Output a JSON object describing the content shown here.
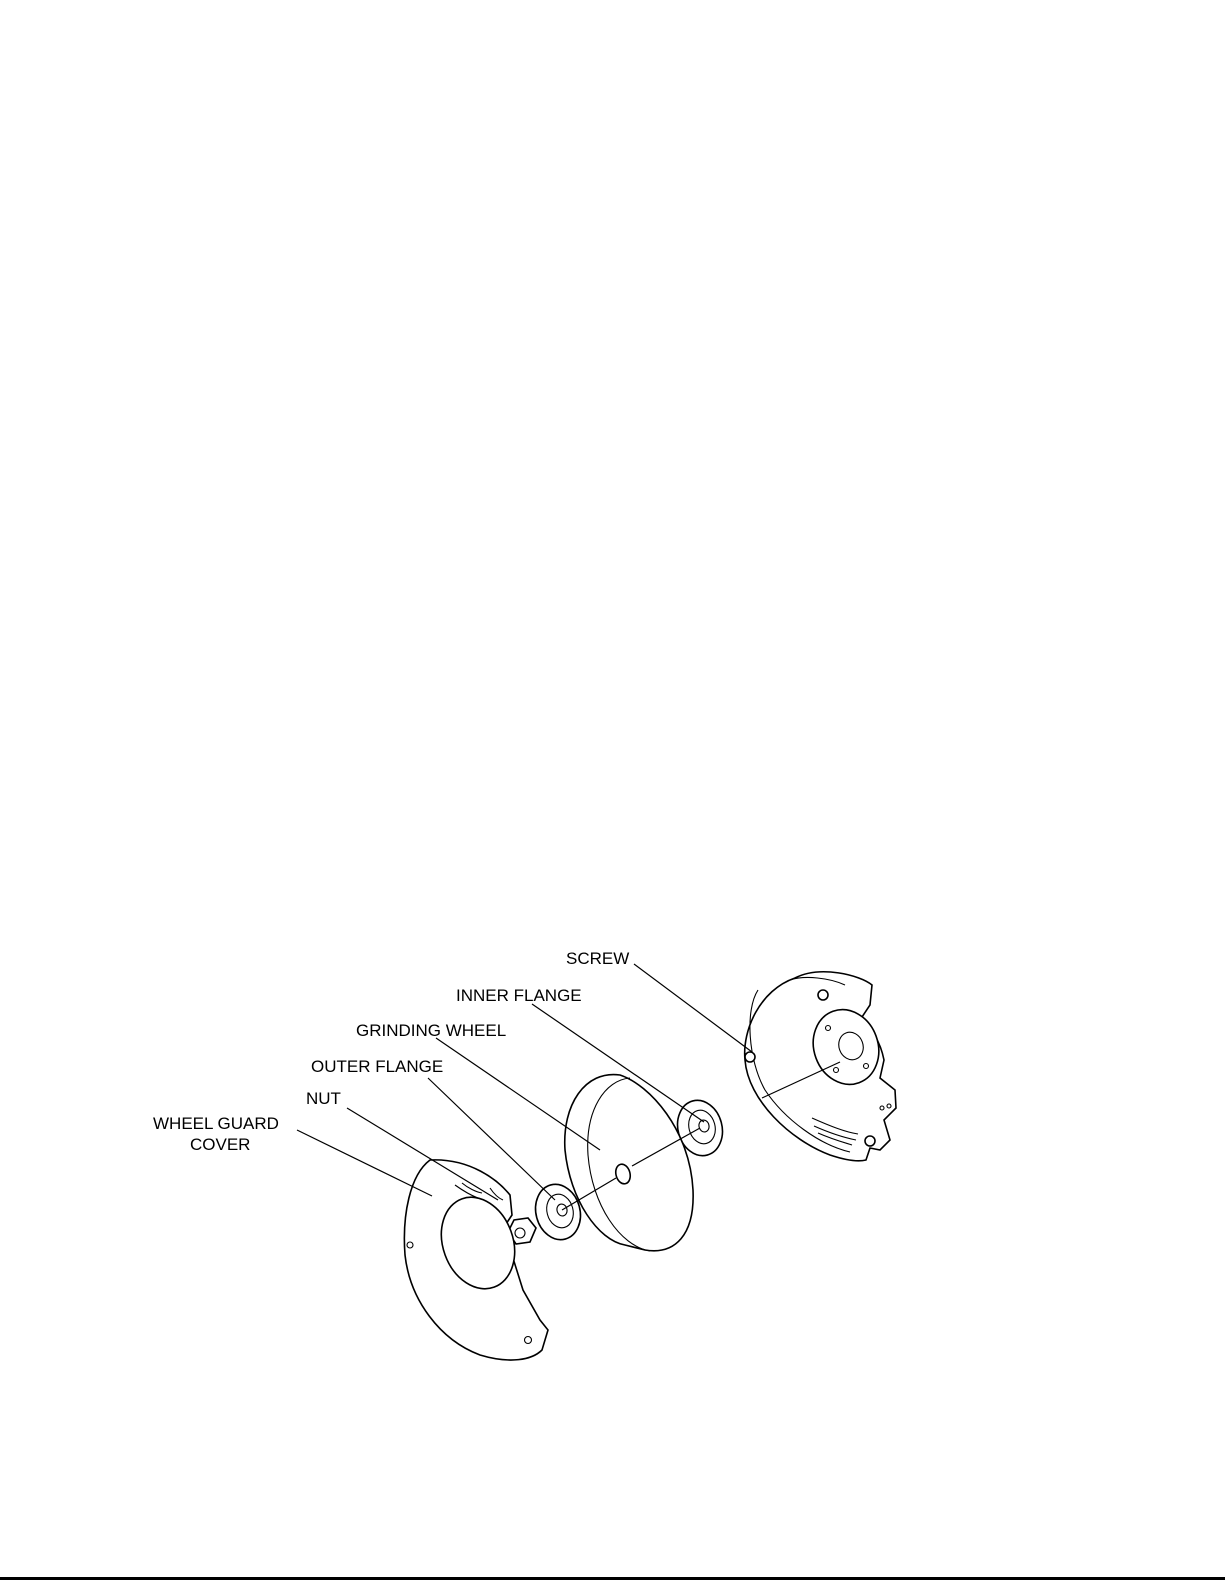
{
  "labels": {
    "screw": "SCREW",
    "inner_flange": "INNER FLANGE",
    "grinding_wheel": "GRINDING WHEEL",
    "outer_flange": "OUTER FLANGE",
    "nut": "NUT",
    "wheel_guard_line1": "WHEEL GUARD",
    "wheel_guard_line2": "COVER"
  }
}
